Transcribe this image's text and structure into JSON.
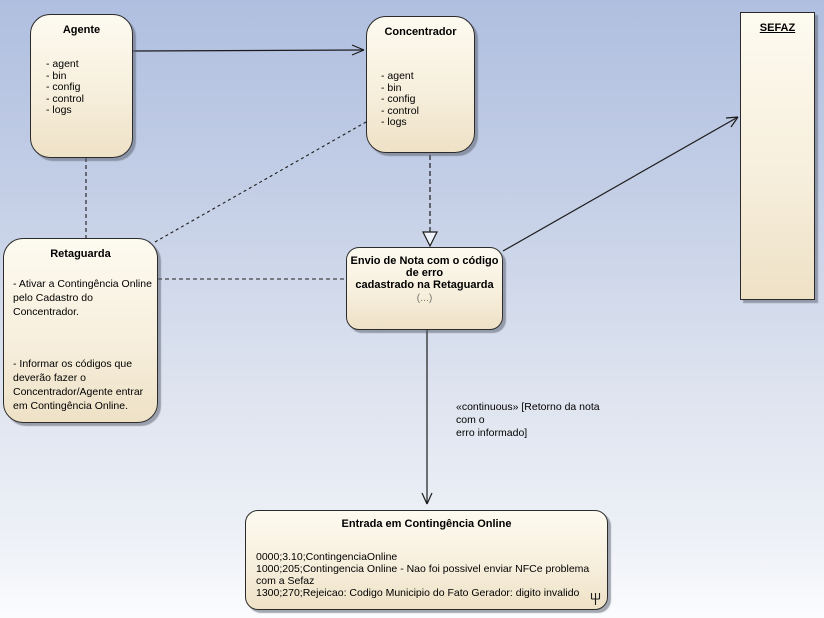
{
  "colors": {
    "background_top": "#b0bfe0",
    "background_bottom": "#fbfcfe",
    "node_fill_top": "#fdfaf0",
    "node_fill_bottom": "#eee1c6",
    "node_border": "#2b2b2b",
    "connector": "#1c1c1c",
    "muted_text": "#7a7a7a"
  },
  "nodes": {
    "agente": {
      "title": "Agente",
      "items": [
        "- agent",
        "- bin",
        "- config",
        "- control",
        "- logs"
      ]
    },
    "concentrador": {
      "title": "Concentrador",
      "items": [
        "- agent",
        "- bin",
        "- config",
        "- control",
        "- logs"
      ]
    },
    "sefaz": {
      "title": "SEFAZ"
    },
    "retaguarda": {
      "title": "Retaguarda",
      "p1_lines": [
        "- Ativar a Contingência Online",
        "pelo Cadastro do",
        "Concentrador."
      ],
      "p2_lines": [
        "- Informar os códigos que",
        "deverão fazer o",
        "Concentrador/Agente entrar",
        "em Contingência Online."
      ]
    },
    "envio": {
      "title_lines": [
        "Envio de Nota com o código de erro",
        "cadastrado na Retaguarda"
      ],
      "subtitle": "(...)"
    },
    "entrada": {
      "title": "Entrada em Contingência Online",
      "lines": [
        "0000;3.10;ContingenciaOnline",
        "1000;205;Contingencia Online - Nao foi possivel enviar NFCe problema com a Sefaz",
        "1300;270;Rejeicao: Codigo Municipio do Fato Gerador: digito invalido"
      ],
      "icon": "rake-icon"
    }
  },
  "labels": {
    "continuous_lines": [
      "«continuous» [Retorno da nota com o",
      "erro informado]"
    ]
  }
}
